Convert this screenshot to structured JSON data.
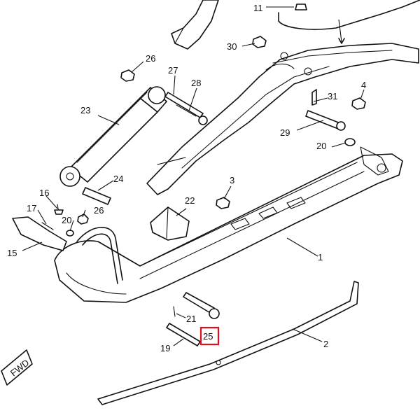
{
  "labels": {
    "l1": "1",
    "l2": "2",
    "l3": "3",
    "l4": "4",
    "l11": "11",
    "l15": "15",
    "l16": "16",
    "l17": "17",
    "l19": "19",
    "l20a": "20",
    "l20b": "20",
    "l21": "21",
    "l22": "22",
    "l23": "23",
    "l24": "24",
    "l25": "25",
    "l26a": "26",
    "l26b": "26",
    "l27": "27",
    "l28": "28",
    "l29": "29",
    "l30": "30",
    "l31": "31"
  },
  "fwd_label": "FWD",
  "highlight_label": "25",
  "colors": {
    "ink": "#111111",
    "highlight": "#e0101a",
    "background": "#ffffff"
  }
}
